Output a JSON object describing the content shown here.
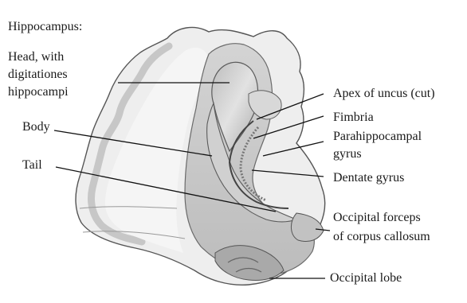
{
  "figure": {
    "heading": "Hippocampus:",
    "labels": {
      "head_line1": "Head, with",
      "head_line2": "digitationes",
      "head_line3": "hippocampi",
      "body": "Body",
      "tail": "Tail",
      "apex": "Apex of uncus (cut)",
      "fimbria": "Fimbria",
      "parahippocampal_line1": "Parahippocampal",
      "parahippocampal_line2": "gyrus",
      "dentate": "Dentate gyrus",
      "forceps_line1": "Occipital forceps",
      "forceps_line2": "of corpus callosum",
      "occipital": "Occipital lobe"
    }
  },
  "colors": {
    "ink": "#1a1a1a",
    "tissue_light": "#e4e4e4",
    "tissue_mid": "#c9c9c9",
    "tissue_dark": "#9d9d9d",
    "cortex_gray": "#b8b8b8"
  }
}
